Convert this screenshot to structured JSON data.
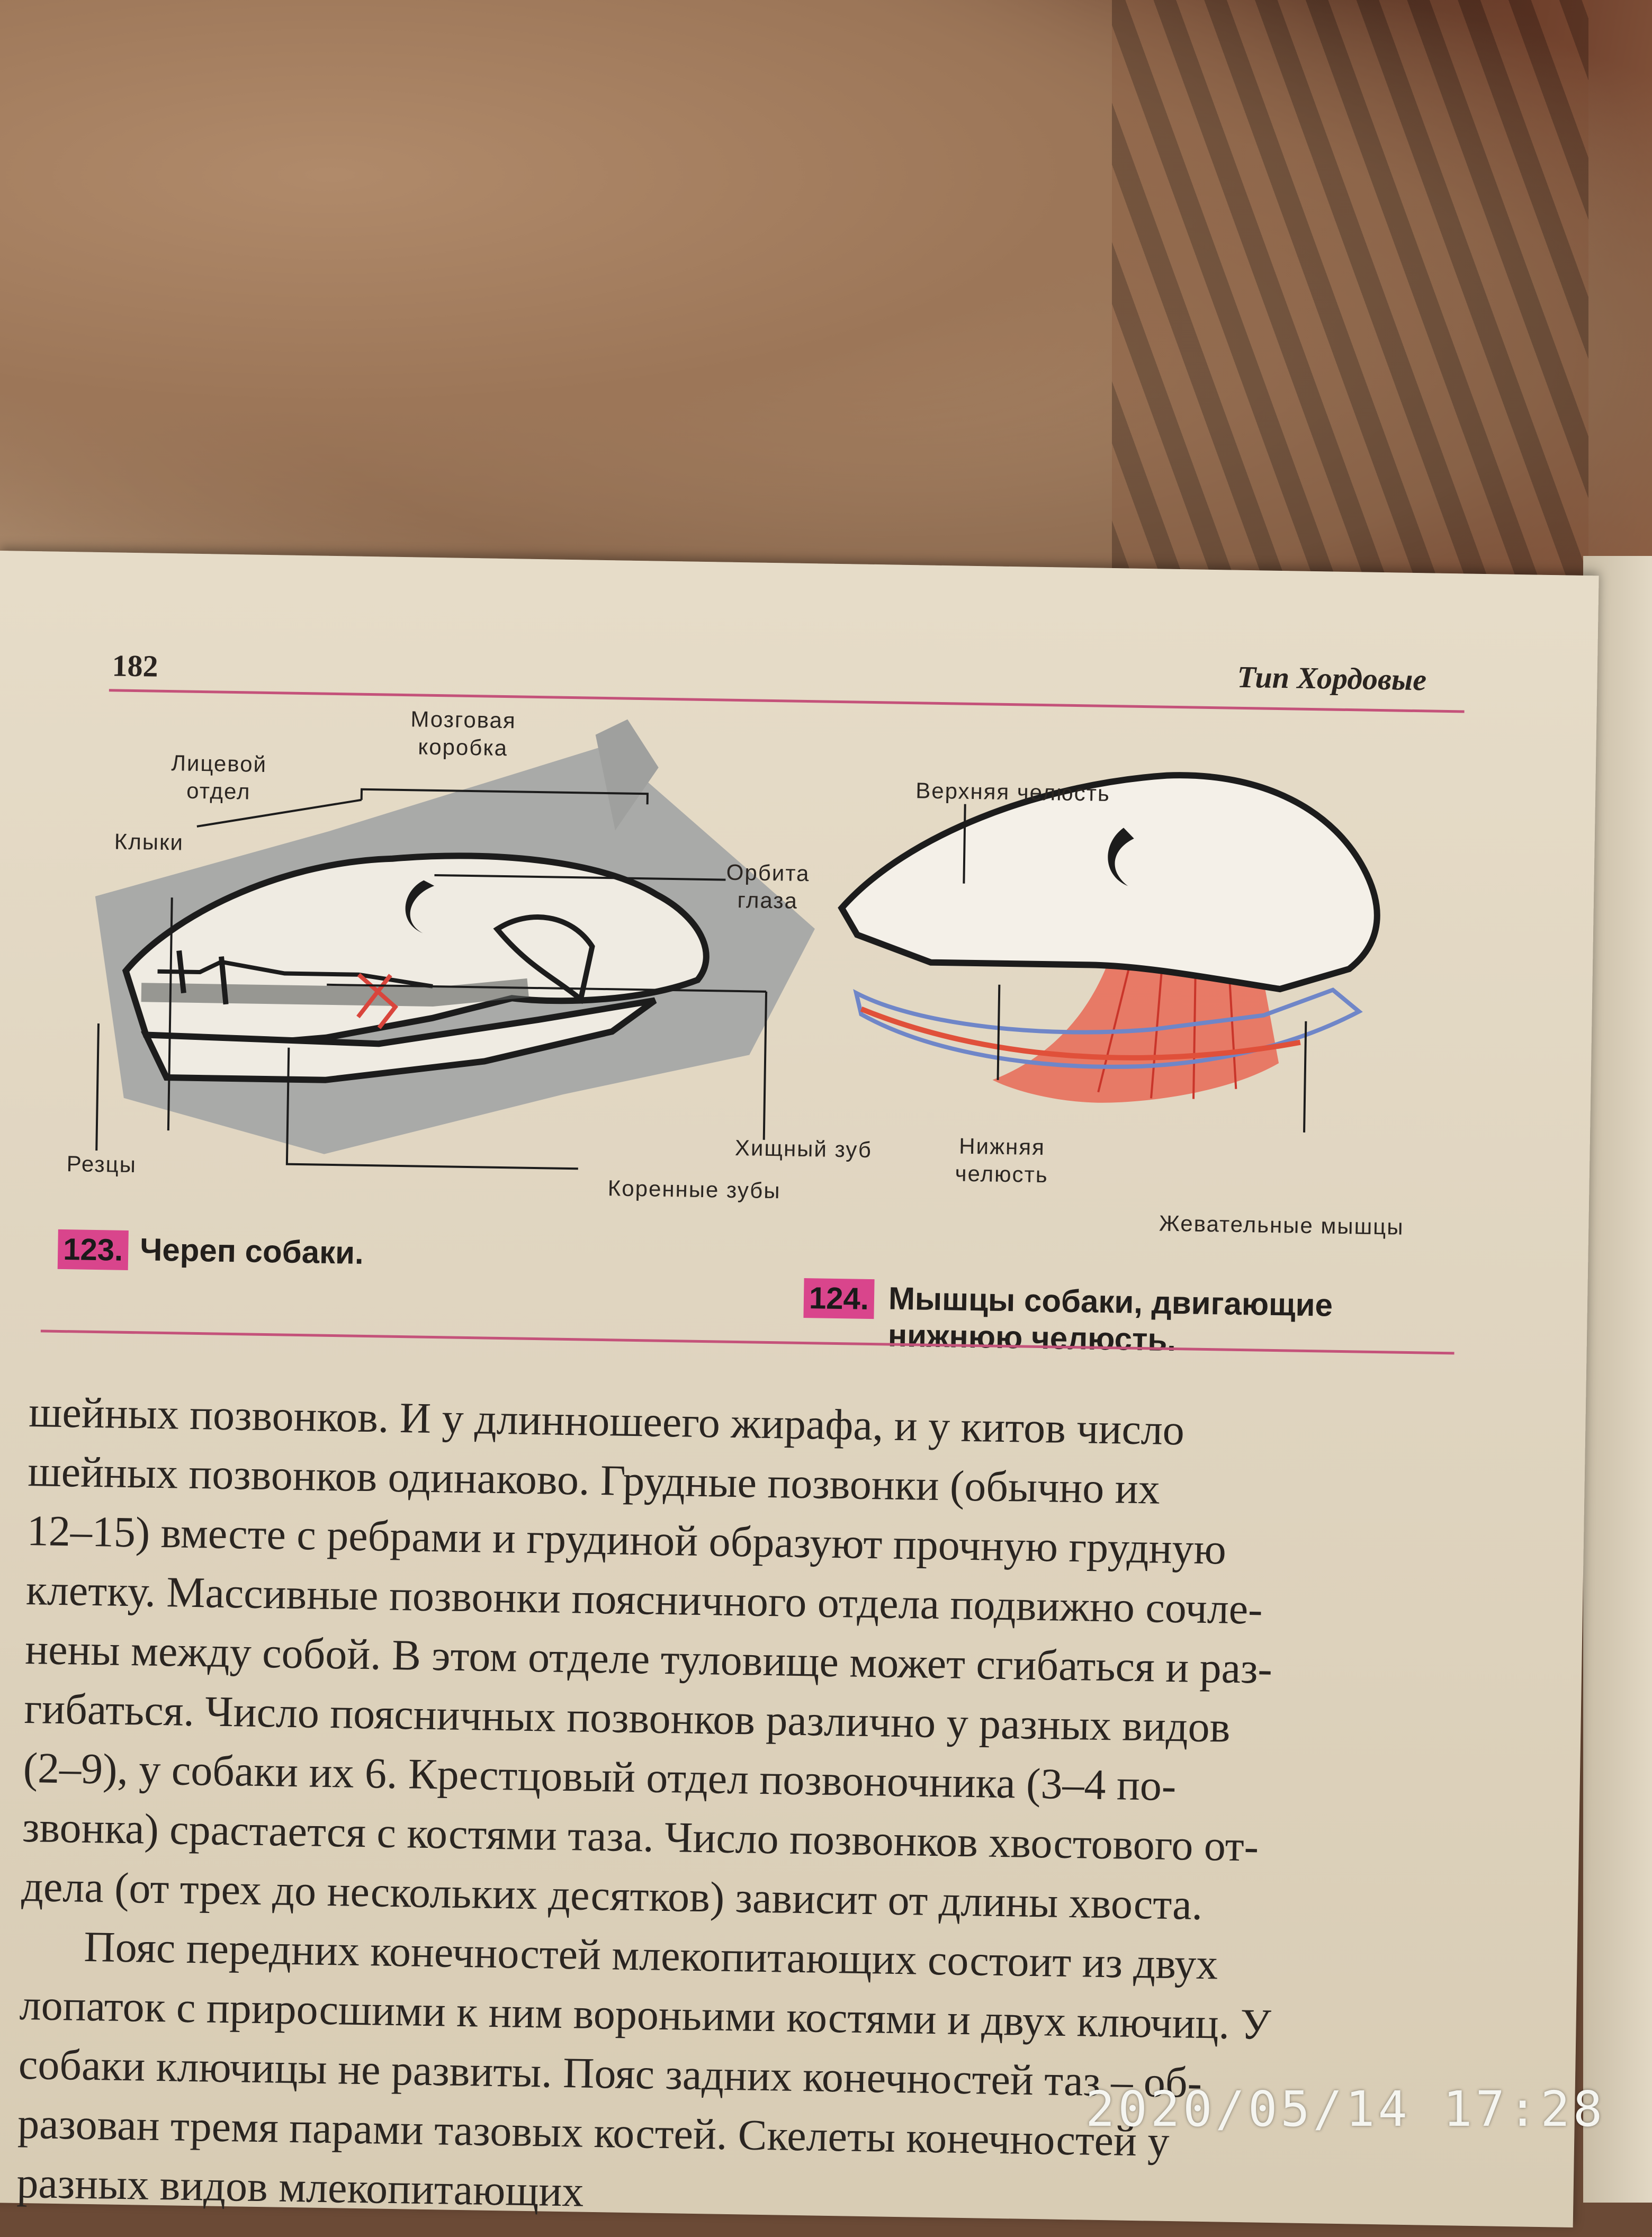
{
  "page": {
    "number": "182",
    "header": "Тип Хордовые"
  },
  "figure123": {
    "labels": {
      "brain_box": "Мозговая коробка",
      "facial": "Лицевой отдел",
      "fangs": "Клыки",
      "orbit": "Орбита глаза",
      "incisors": "Резцы",
      "carnassial": "Хищный зуб",
      "molars": "Коренные зубы"
    },
    "number": "123.",
    "caption": "Череп собаки."
  },
  "figure124": {
    "labels": {
      "upper_jaw": "Верхняя челюсть",
      "lower_jaw": "Нижняя челюсть",
      "chewing_muscles": "Жевательные мышцы"
    },
    "number": "124.",
    "caption_line1": "Мышцы собаки, двигающие",
    "caption_line2": "нижнюю челюсть."
  },
  "body_lines": [
    "шейных позвонков. И у длинношеего жирафа, и у китов число",
    "шейных позвонков одинаково. Грудные позвонки (обычно их",
    "12–15) вместе с ребрами и грудиной образуют прочную грудную",
    "клетку. Массивные позвонки поясничного отдела подвижно сочле-",
    "нены между собой. В этом отделе туловище может сгибаться и раз-",
    "гибаться. Число поясничных позвонков различно у разных видов",
    "(2–9), у собаки их 6. Крестцовый отдел позвоночника (3–4 по-",
    "звонка) срастается с костями таза. Число позвонков хвостового от-",
    "дела (от трех до нескольких десятков) зависит от длины хвоста.",
    "Пояс передних конечностей млекопитающих состоит из двух",
    "лопаток с приросшими к ним вороньими костями и двух ключиц. У",
    "собаки ключицы не развиты. Пояс задних конечностей таз – об-",
    "разован тремя парами тазовых костей. Скелеты конечностей у",
    "разных видов млекопитающих"
  ],
  "timestamp": "2020/05/14  17:28",
  "colors": {
    "accent_rule": "#c4527a",
    "caption_badge": "#d9458c",
    "muscle_red": "#e0503a",
    "outline_blue": "#6f86c8"
  }
}
